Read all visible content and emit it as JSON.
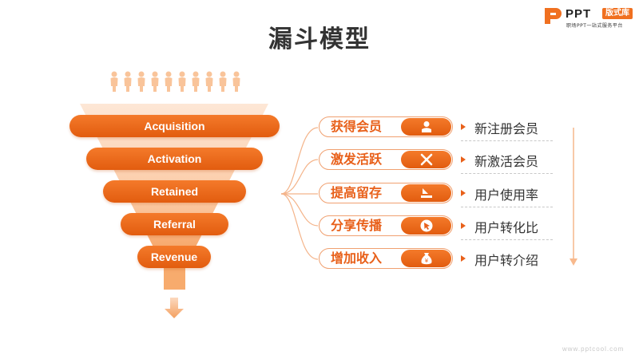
{
  "title": "漏斗模型",
  "logo": {
    "name": "PPT",
    "badge": "版式库",
    "tagline": "职场PPT一站式服务平台"
  },
  "funnel": {
    "stages": [
      "Acquisition",
      "Activation",
      "Retained",
      "Referral",
      "Revenue"
    ],
    "people_icon": "person-icon",
    "people_count": 10
  },
  "steps": [
    {
      "label": "获得会员",
      "icon": "user-icon",
      "result": "新注册会员"
    },
    {
      "label": "激发活跃",
      "icon": "cross-icon",
      "result": "新激活会员"
    },
    {
      "label": "提高留存",
      "icon": "retain-icon",
      "result": "用户使用率"
    },
    {
      "label": "分享传播",
      "icon": "share-icon",
      "result": "用户转化比"
    },
    {
      "label": "增加收入",
      "icon": "money-bag-icon",
      "result": "用户转介绍"
    }
  ],
  "watermark": "www.pptcool.com",
  "colors": {
    "accent": "#e8601a",
    "accent_light": "#fbd9c2",
    "text": "#333333"
  }
}
